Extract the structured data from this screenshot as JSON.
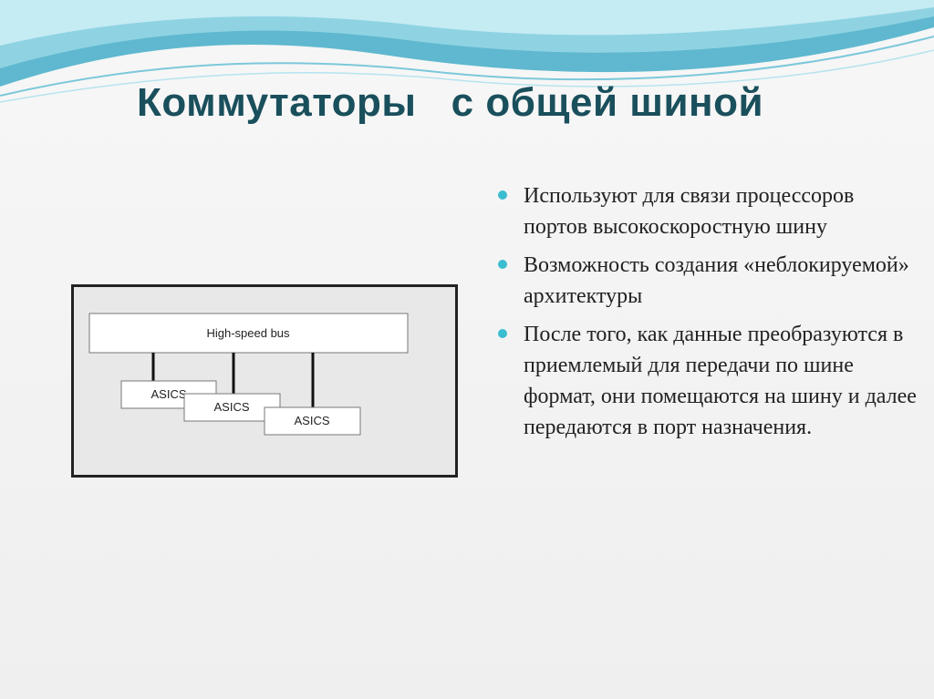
{
  "slide": {
    "title": "Коммутаторы   с общей шиной",
    "accent_color": "#3bbdd0",
    "title_color": "#1a4f5c"
  },
  "diagram": {
    "bus_label": "High-speed bus",
    "asics": [
      "ASICS",
      "ASICS",
      "ASICS"
    ]
  },
  "bullets": [
    "Используют для связи процессоров портов высокоскоростную шину",
    "Возможность создания «неблокируемой» архитектуры",
    "После того, как данные преобразуются в приемлемый для передачи по шине формат, они помещаются на шину и далее передаются в порт назначения."
  ]
}
